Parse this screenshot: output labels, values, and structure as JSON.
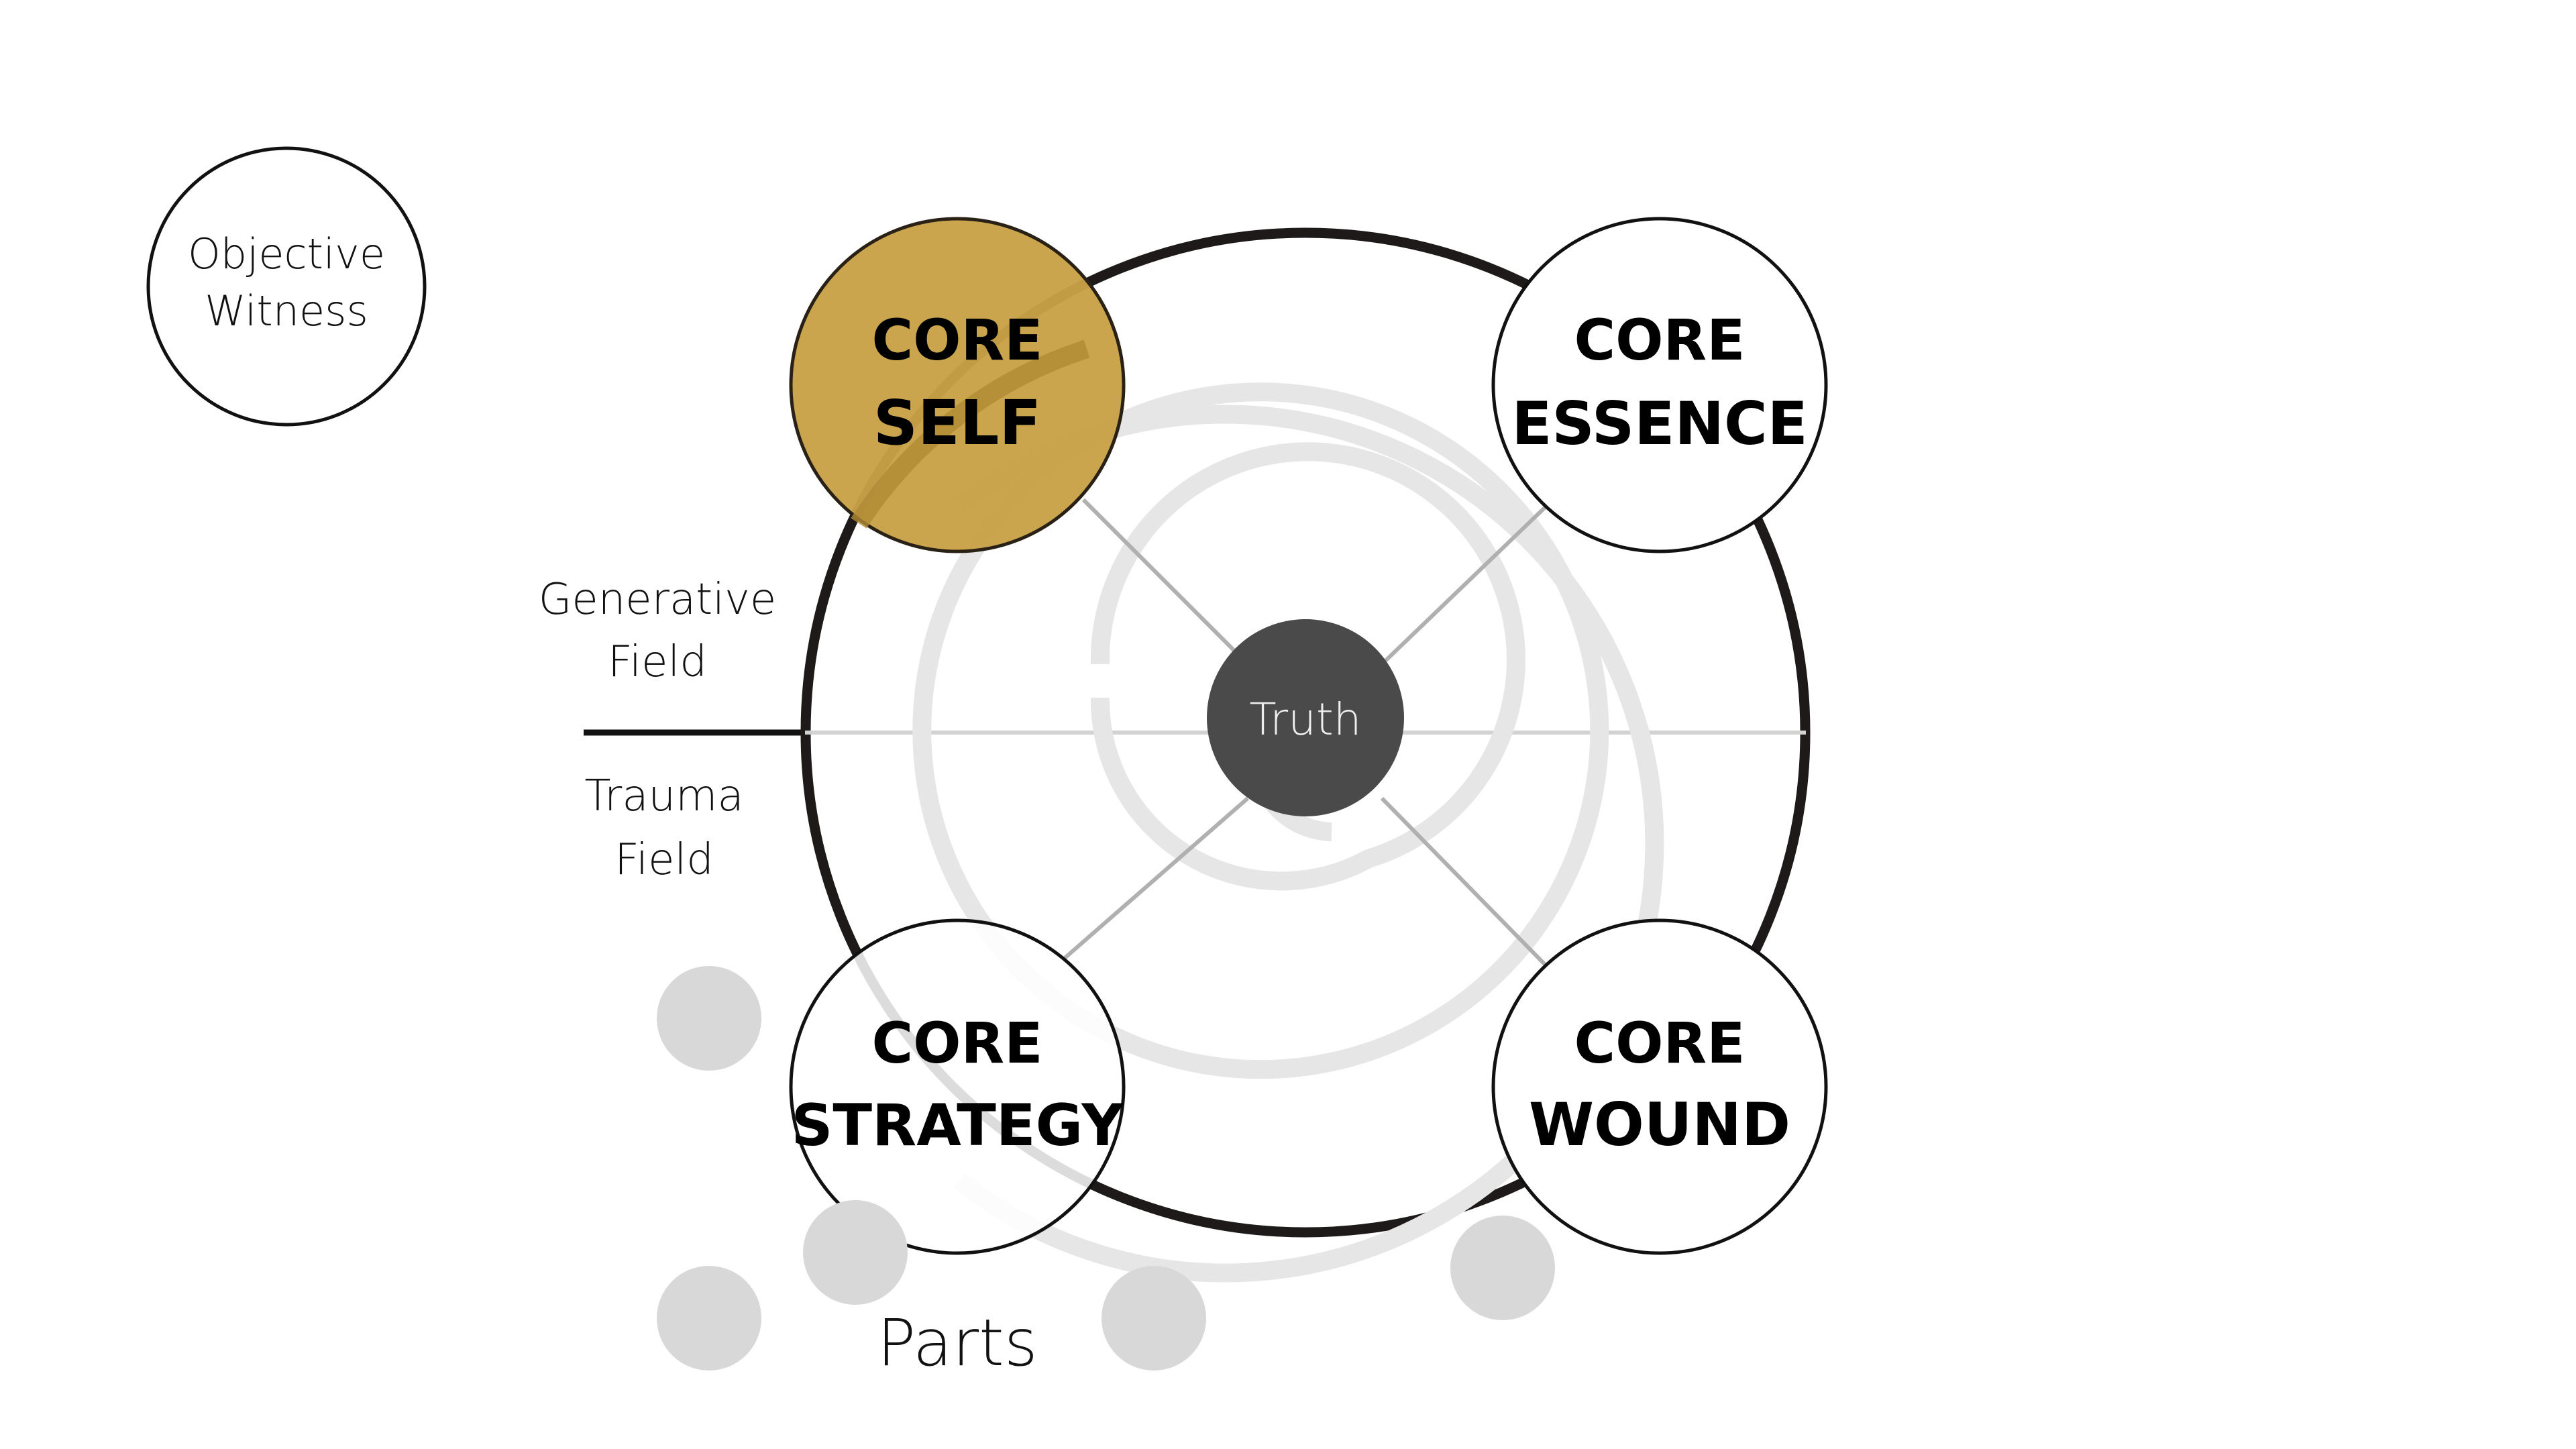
{
  "witness": {
    "line1": "Objective",
    "line2": "Witness"
  },
  "fields": {
    "generative": {
      "line1": "Generative",
      "line2": "Field"
    },
    "trauma": {
      "line1": "Trauma",
      "line2": "Field"
    }
  },
  "center": {
    "label": "Truth"
  },
  "nodes": {
    "self": {
      "line1": "CORE",
      "line2": "SELF"
    },
    "essence": {
      "line1": "CORE",
      "line2": "ESSENCE"
    },
    "strategy": {
      "line1": "CORE",
      "line2": "STRATEGY"
    },
    "wound": {
      "line1": "CORE",
      "line2": "WOUND"
    }
  },
  "parts": {
    "label": "Parts"
  },
  "colors": {
    "self_fill": "#C9A147",
    "truth_fill": "#4A4A4A",
    "outline": "#1E1A1A",
    "spiral": "#E6E6E6",
    "connector": "#B0B0B0",
    "parts_fill": "#D8D8D8"
  }
}
